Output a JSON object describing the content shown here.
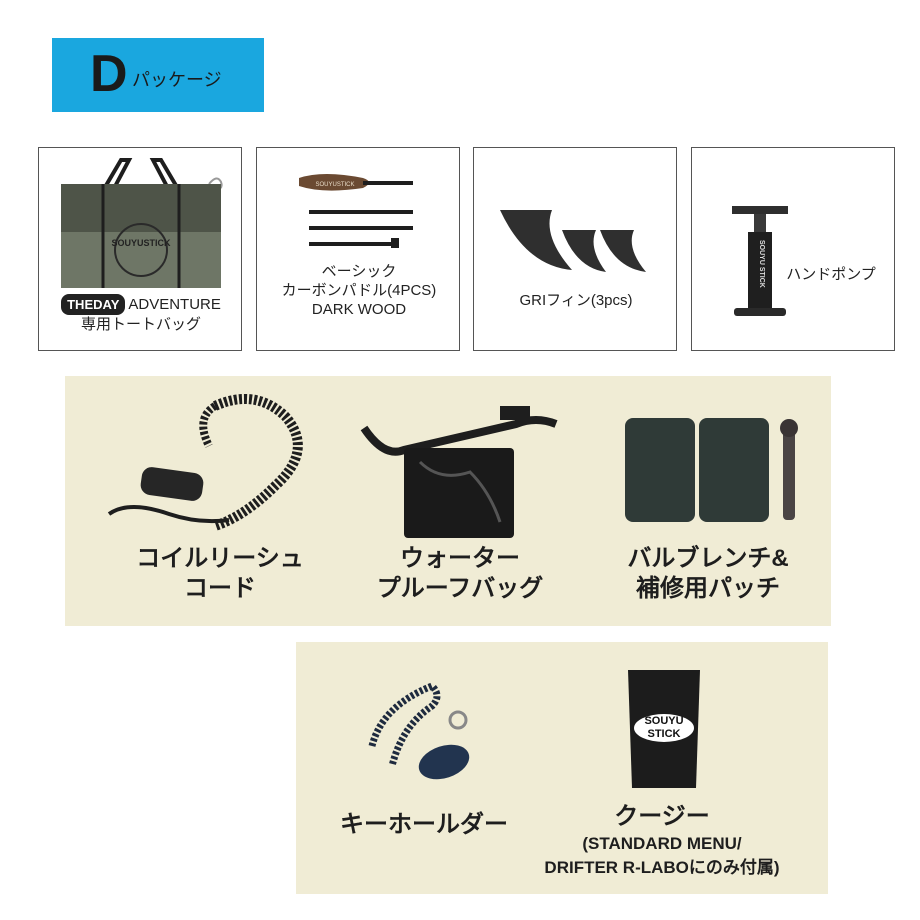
{
  "header": {
    "letter": "D",
    "text": "パッケージ"
  },
  "top_items": [
    {
      "tag": "THEDAY",
      "line1": "ADVENTURE",
      "line2": "専用トートバッグ",
      "icon": "tote-bag-icon"
    },
    {
      "line1": "ベーシック",
      "line2": "カーボンパドル(4PCS)",
      "line3": "DARK WOOD",
      "icon": "paddle-icon"
    },
    {
      "line1": "GRIフィン(3pcs)",
      "icon": "fins-icon"
    },
    {
      "line1": "ハンドポンプ",
      "icon": "hand-pump-icon"
    }
  ],
  "mid_items": [
    {
      "line1": "コイルリーシュ",
      "line2": "コード",
      "icon": "coil-leash-icon"
    },
    {
      "line1": "ウォーター",
      "line2": "プルーフバッグ",
      "icon": "waterproof-bag-icon"
    },
    {
      "line1": "バルブレンチ&",
      "line2": "補修用パッチ",
      "icon": "valve-wrench-patch-icon"
    }
  ],
  "bottom_items": [
    {
      "line1": "キーホールダー",
      "icon": "keyholder-icon"
    },
    {
      "line1": "クージー",
      "line2": "(STANDARD MENU/",
      "line3": "DRIFTER R-LABOにのみ付属)",
      "icon": "koozie-icon"
    }
  ],
  "brand_text": {
    "bag": "SOUYUSTICK",
    "paddle": "SOUYUSTICK",
    "pump": "SOUYU STICK",
    "koozie_1": "SOUYU",
    "koozie_2": "STICK"
  },
  "colors": {
    "badge": "#1aa7df",
    "panel": "#f0ecd5"
  }
}
